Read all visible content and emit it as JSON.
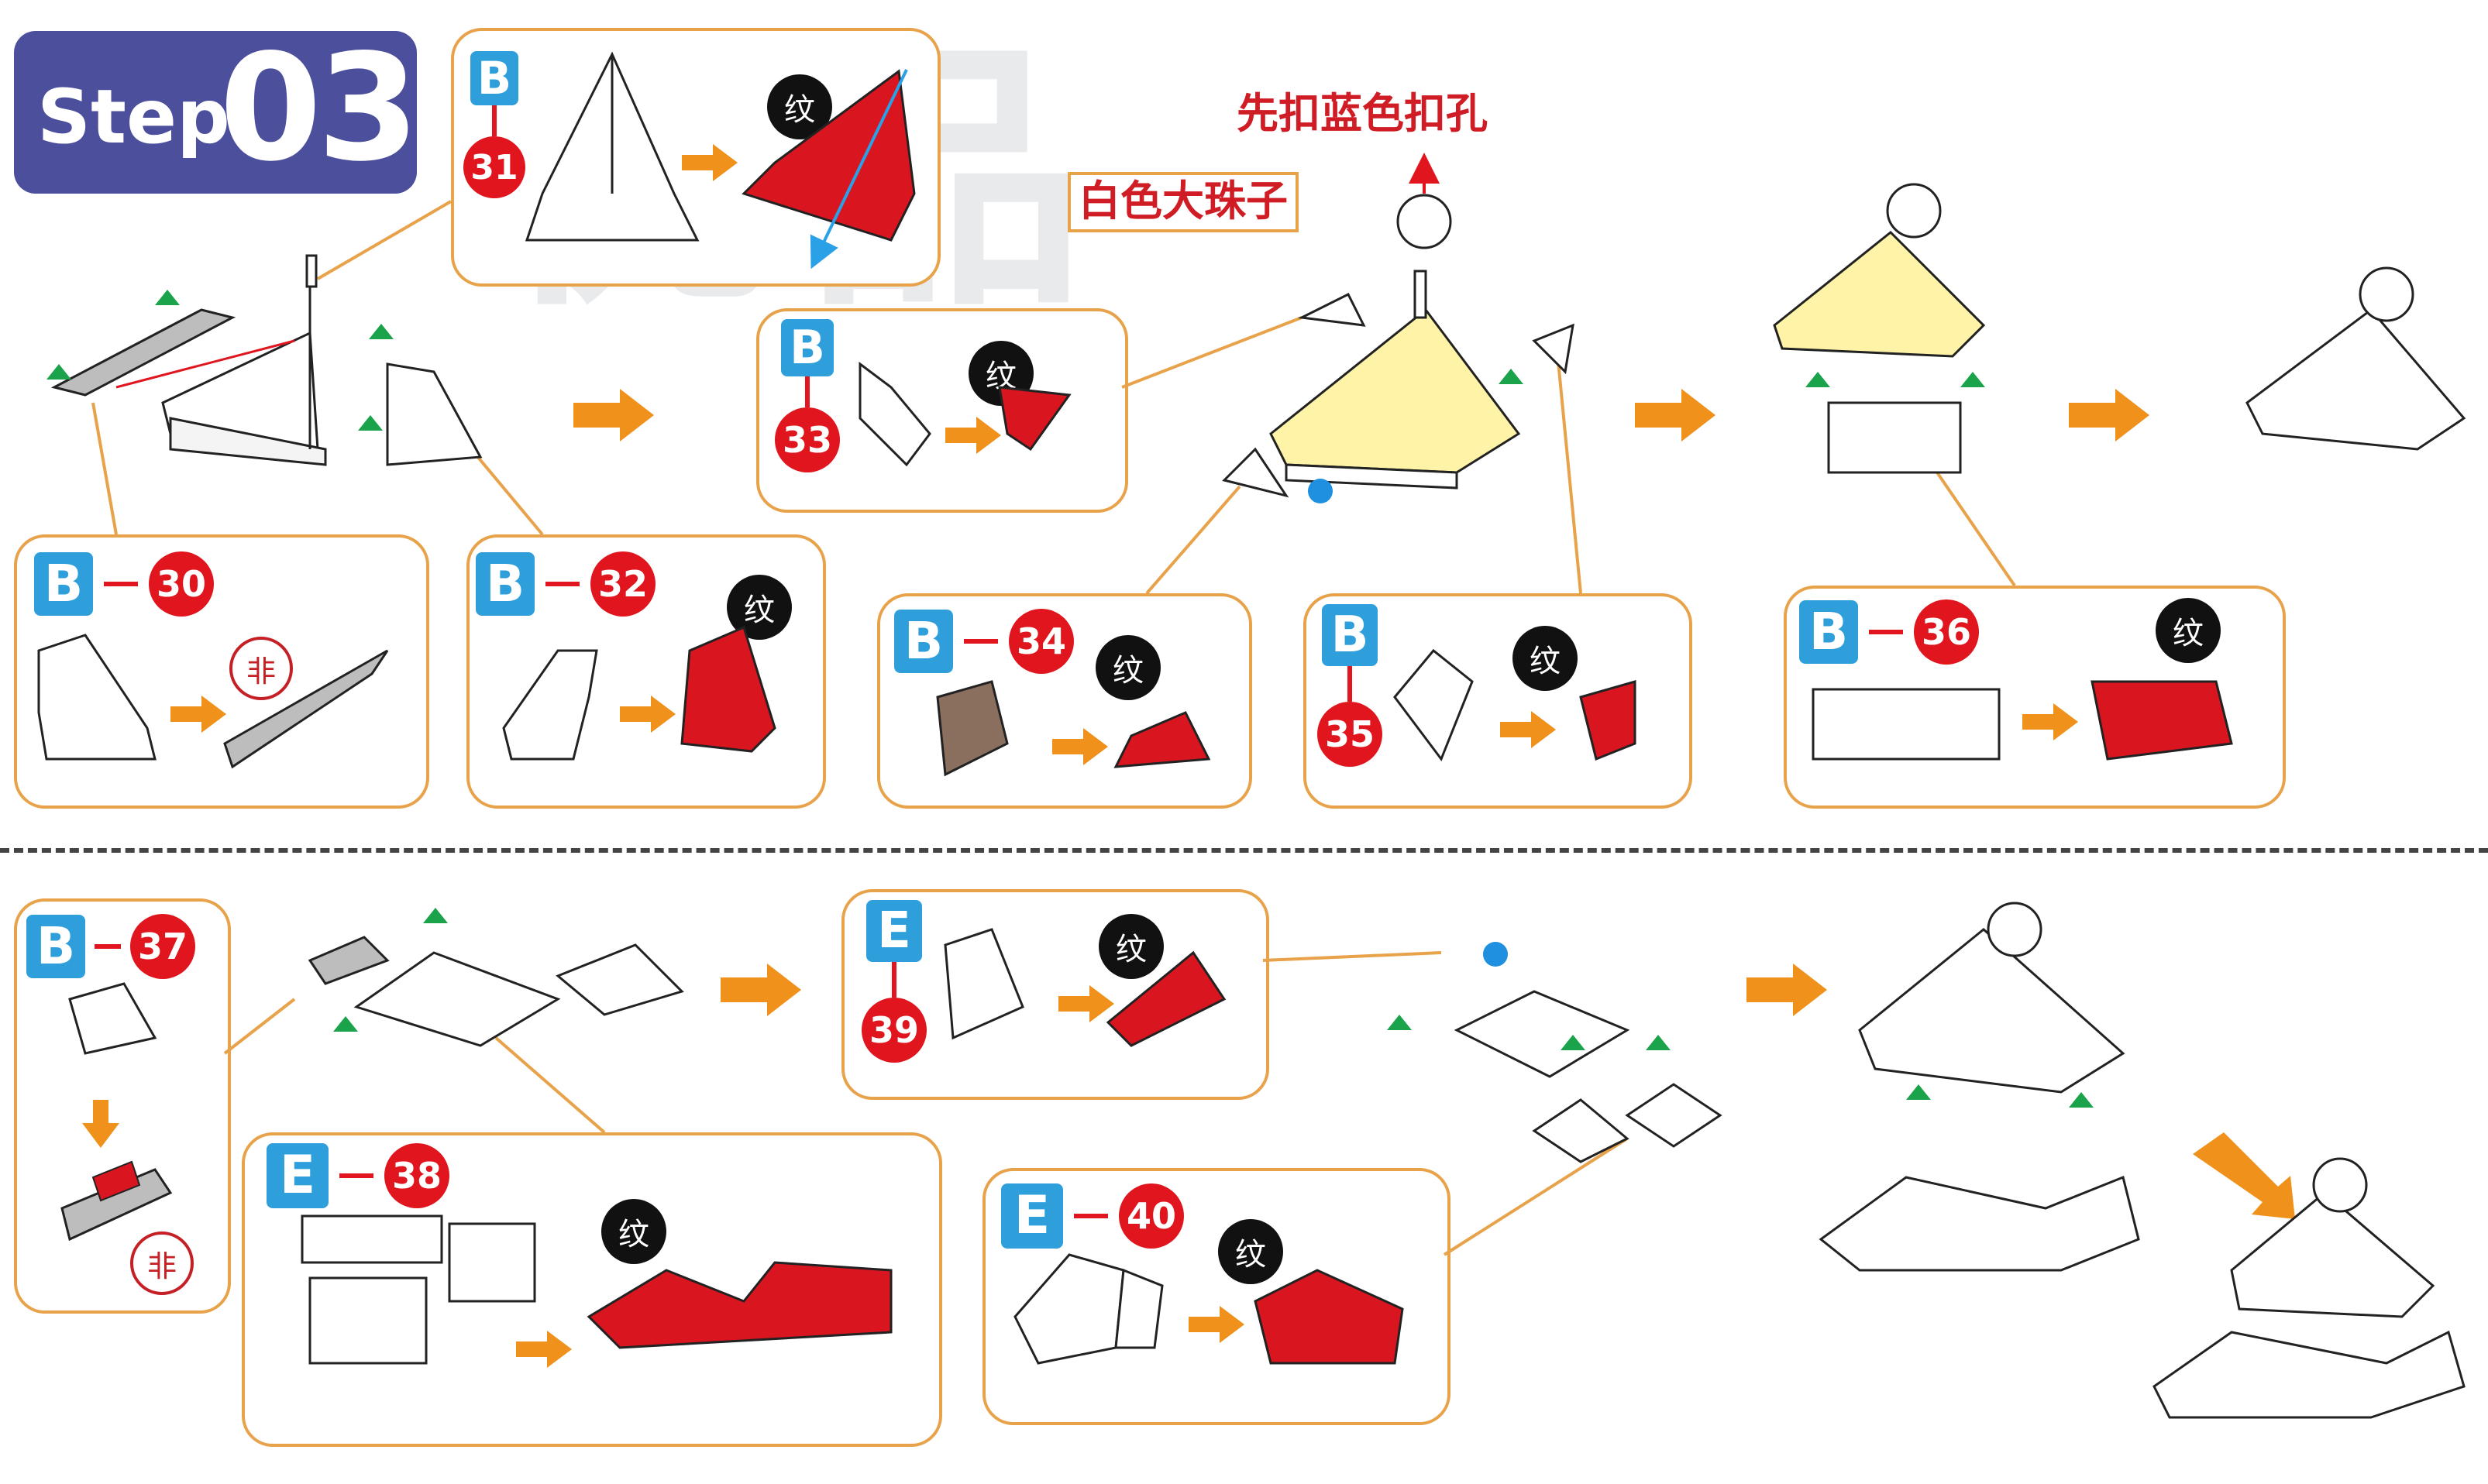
{
  "step": {
    "word": "Step",
    "number": "03"
  },
  "watermark_text": "优品",
  "notes": {
    "blue_hole_first": "先扣蓝色扣孔",
    "white_bead": "白色大珠子"
  },
  "symbols": {
    "grain": "纹",
    "non": "非"
  },
  "parts": [
    {
      "id": "p31",
      "letter": "B",
      "number": "31"
    },
    {
      "id": "p33",
      "letter": "B",
      "number": "33"
    },
    {
      "id": "p30",
      "letter": "B",
      "number": "30"
    },
    {
      "id": "p32",
      "letter": "B",
      "number": "32"
    },
    {
      "id": "p34",
      "letter": "B",
      "number": "34"
    },
    {
      "id": "p35",
      "letter": "B",
      "number": "35"
    },
    {
      "id": "p36",
      "letter": "B",
      "number": "36"
    },
    {
      "id": "p37",
      "letter": "B",
      "number": "37"
    },
    {
      "id": "p39",
      "letter": "E",
      "number": "39"
    },
    {
      "id": "p38",
      "letter": "E",
      "number": "38"
    },
    {
      "id": "p40",
      "letter": "E",
      "number": "40"
    }
  ],
  "colors": {
    "badge": "#4b4f9c",
    "part_letter": "#2f9fdc",
    "part_number": "#e0151e",
    "callout_border": "#e8a24a",
    "piece_red": "#d9161f",
    "piece_yellow": "#fff3a8",
    "arrow_orange": "#f0911c",
    "marker_green": "#1aa34a",
    "marker_blue": "#1f8fe0",
    "grain_line": "#2aa0e6"
  }
}
